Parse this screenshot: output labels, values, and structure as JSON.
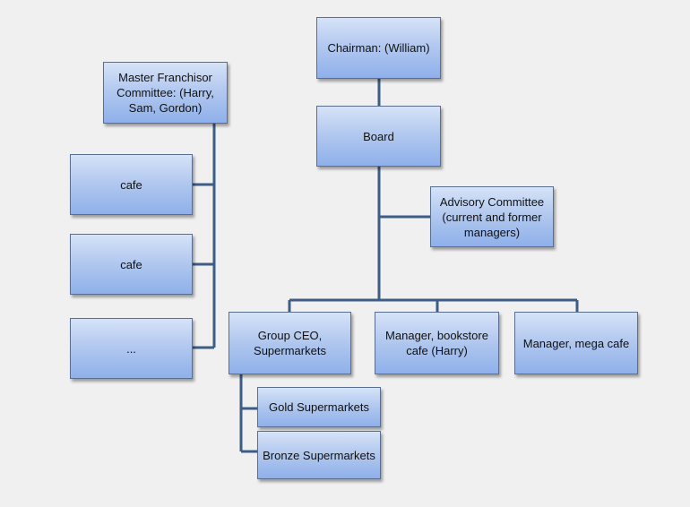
{
  "nodes": {
    "chairman": "Chairman: (William)",
    "board": "Board",
    "advisory": "Advisory Committee (current and former managers)",
    "master_franchisor": "Master Franchisor Committee: (Harry, Sam, Gordon)",
    "cafe_1": "cafe",
    "cafe_2": "cafe",
    "cafe_more": "...",
    "group_ceo": "Group CEO, Supermarkets",
    "manager_bookstore": "Manager, bookstore cafe (Harry)",
    "manager_mega": "Manager, mega cafe",
    "gold": "Gold Supermarkets",
    "bronze": "Bronze Supermarkets"
  },
  "colors": {
    "connector": "#3d5d87",
    "box_top": "#d6e3f8",
    "box_bottom": "#8fb0ea",
    "background": "#f0f0f0"
  }
}
